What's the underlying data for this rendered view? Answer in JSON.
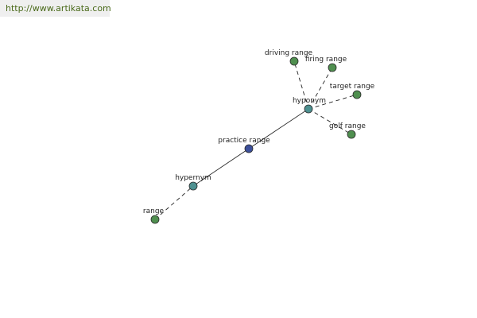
{
  "header": {
    "url": "http://www.artikata.com"
  },
  "colors": {
    "leaf_node": "#4f8f4f",
    "relation_node": "#4d9090",
    "center_node": "#3c4f9a",
    "node_stroke": "#2a2a2a"
  },
  "nodes": {
    "center": {
      "label": "practice range",
      "kind": "center"
    },
    "hyponym": {
      "label": "hyponym",
      "kind": "relation"
    },
    "hypernym": {
      "label": "hypernym",
      "kind": "relation"
    },
    "range": {
      "label": "range",
      "kind": "leaf"
    },
    "driving_range": {
      "label": "driving range",
      "kind": "leaf"
    },
    "firing_range": {
      "label": "firing range",
      "kind": "leaf"
    },
    "target_range": {
      "label": "target range",
      "kind": "leaf"
    },
    "golf_range": {
      "label": "golf range",
      "kind": "leaf"
    }
  }
}
